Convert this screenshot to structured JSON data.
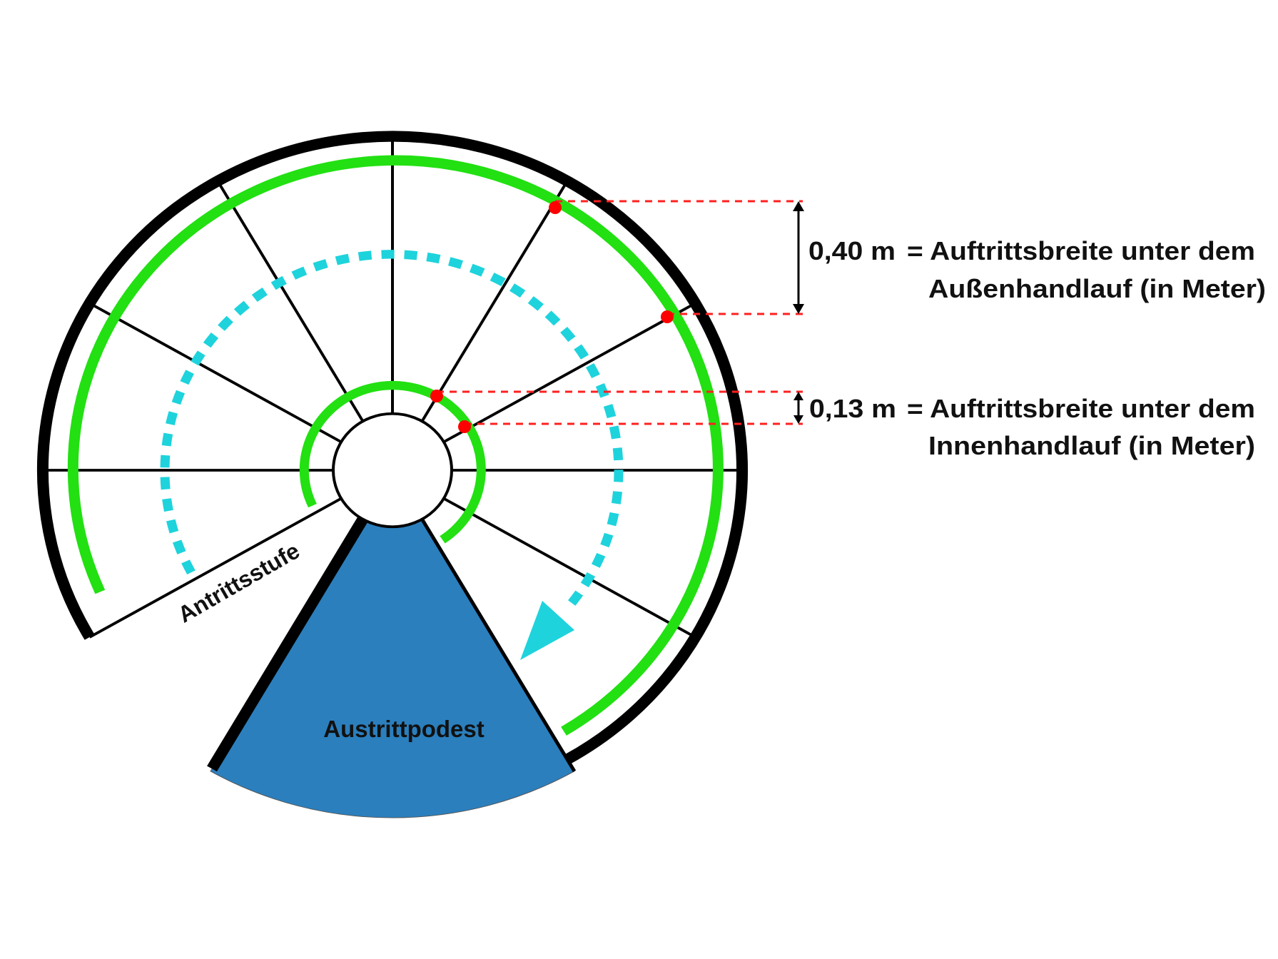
{
  "colors": {
    "outer_wall": "#000000",
    "handrail": "#22e012",
    "walk_line": "#1ed3dc",
    "landing": "#2b7fbd",
    "measure_points": "#ff0000"
  },
  "labels": {
    "start_step": "Antrittsstufe",
    "landing": "Austrittpodest"
  },
  "measurements": [
    {
      "value": "0,40 m",
      "equals": "= Auftrittsbreite unter dem",
      "line2": "Außenhandlauf (in Meter)"
    },
    {
      "value": "0,13 m",
      "equals": "= Auftrittsbreite unter dem",
      "line2": "Innenhandlauf (in Meter)"
    }
  ]
}
